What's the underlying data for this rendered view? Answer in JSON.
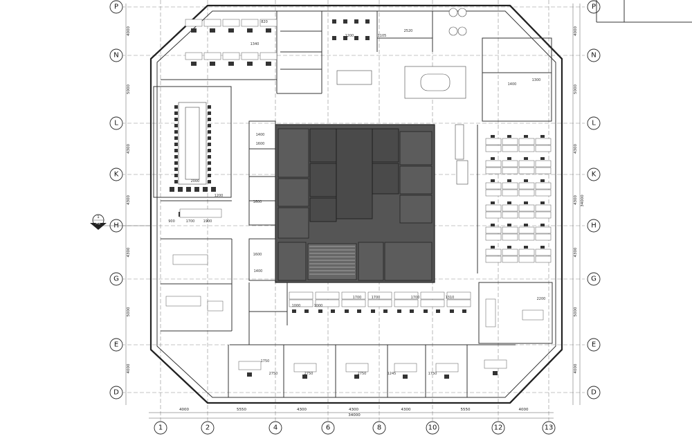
{
  "grid": {
    "columns": [
      "1",
      "2",
      "4",
      "6",
      "8",
      "10",
      "12",
      "13"
    ],
    "rows": [
      "P",
      "N",
      "L",
      "K",
      "H",
      "G",
      "E",
      "D"
    ]
  },
  "dimensions": {
    "bottom_spans": [
      "4000",
      "5550",
      "4300",
      "4300",
      "4300",
      "5550",
      "4000"
    ],
    "bottom_total": "34000",
    "left_spans": [
      "4000",
      "5000",
      "4300",
      "4300",
      "4300",
      "5000",
      "4000"
    ],
    "right_spans": [
      "4000",
      "5000",
      "4300",
      "4300",
      "4300",
      "5000",
      "4000"
    ],
    "right_total": "34000"
  },
  "interior_dims": [
    "1600",
    "1400",
    "1600",
    "900",
    "1700",
    "1900",
    "2000",
    "1200",
    "1340",
    "820",
    "1200",
    "1105",
    "2520",
    "1300",
    "1400",
    "1600",
    "1400",
    "1000",
    "1000",
    "1700",
    "1700",
    "1700",
    "1310",
    "2200",
    "2750",
    "1750",
    "1245",
    "2750",
    "2750",
    "1750"
  ],
  "section_marker": {
    "letter": "1",
    "sheet": "A2"
  }
}
